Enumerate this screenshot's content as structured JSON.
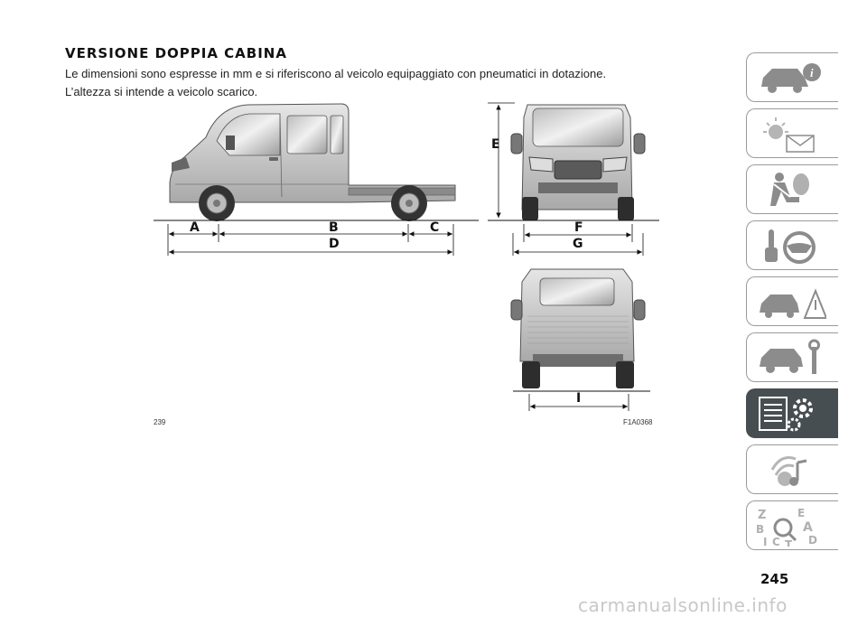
{
  "page": {
    "title": "VERSIONE DOPPIA CABINA",
    "intro_lines": [
      "Le dimensioni sono espresse in mm e si riferiscono al veicolo equipaggiato con pneumatici in dotazione.",
      "L’altezza si intende a veicolo scarico."
    ],
    "figure_number": "239",
    "figure_code": "F1A0368",
    "dimension_labels": {
      "A": "A",
      "B": "B",
      "C": "C",
      "D": "D",
      "E": "E",
      "F": "F",
      "G": "G",
      "I": "I"
    },
    "page_number": "245",
    "watermark": "carmanualsonline.info"
  },
  "side_nav": {
    "active_index": 6,
    "tabs": [
      {
        "icon": "car-info-icon"
      },
      {
        "icon": "warning-lights-icon"
      },
      {
        "icon": "airbag-safety-icon"
      },
      {
        "icon": "steering-wheel-key-icon"
      },
      {
        "icon": "car-emergency-icon"
      },
      {
        "icon": "car-maintenance-icon"
      },
      {
        "icon": "technical-data-icon"
      },
      {
        "icon": "multimedia-icon"
      },
      {
        "icon": "index-letters-icon"
      }
    ]
  },
  "colors": {
    "active_tab": "#474e51",
    "tab_border": "#9a9a9a",
    "icon_gray": "#8c8c8c"
  }
}
